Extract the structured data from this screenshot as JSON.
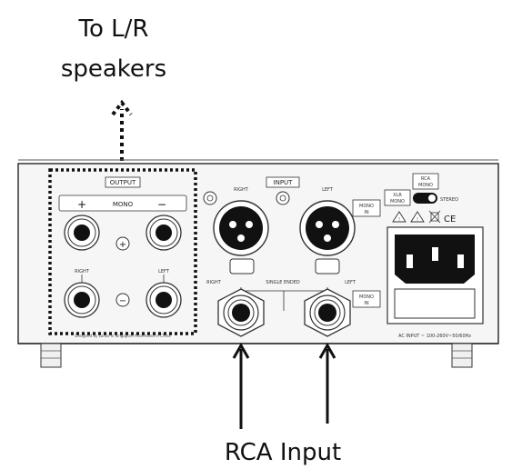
{
  "annotations": {
    "top_caption_line1": "To L/R",
    "top_caption_line2": "speakers",
    "bottom_caption": "RCA Input"
  },
  "panel": {
    "output_section": {
      "title": "OUTPUT",
      "mono_label": "MONO",
      "plus_sign": "+",
      "minus_sign": "−",
      "right_label": "RIGHT",
      "left_label": "LEFT",
      "plus_symbol": "+",
      "minus_symbol": "−",
      "designed_text": "Designed by Lanzo in Singapore Assembled in China"
    },
    "input_section": {
      "title": "INPUT",
      "xlr_right_label": "RIGHT",
      "xlr_left_label": "LEFT",
      "mono_in_label_1": "MONO",
      "mono_in_label_2": "IN",
      "rca_right_label": "RIGHT",
      "single_ended_label": "SINGLE ENDED",
      "rca_left_label": "LEFT",
      "rca_mono_in_label_1": "MONO",
      "rca_mono_in_label_2": "IN"
    },
    "mode_switch": {
      "rca_mono_line1": "RCA",
      "rca_mono_line2": "MONO",
      "xlr_mono_line1": "XLR",
      "xlr_mono_line2": "MONO",
      "stereo_label": "STEREO"
    },
    "certifications": {
      "warning_1": "!",
      "warning_2": "!",
      "ce_mark": "CE"
    },
    "power": {
      "ac_input_label": "AC INPUT ~ 100-260V~50/60Hz"
    }
  },
  "colors": {
    "chassis": "#f5f5f5",
    "outline": "#333333",
    "jack_center": "#111111",
    "annotation_text": "#111111"
  }
}
